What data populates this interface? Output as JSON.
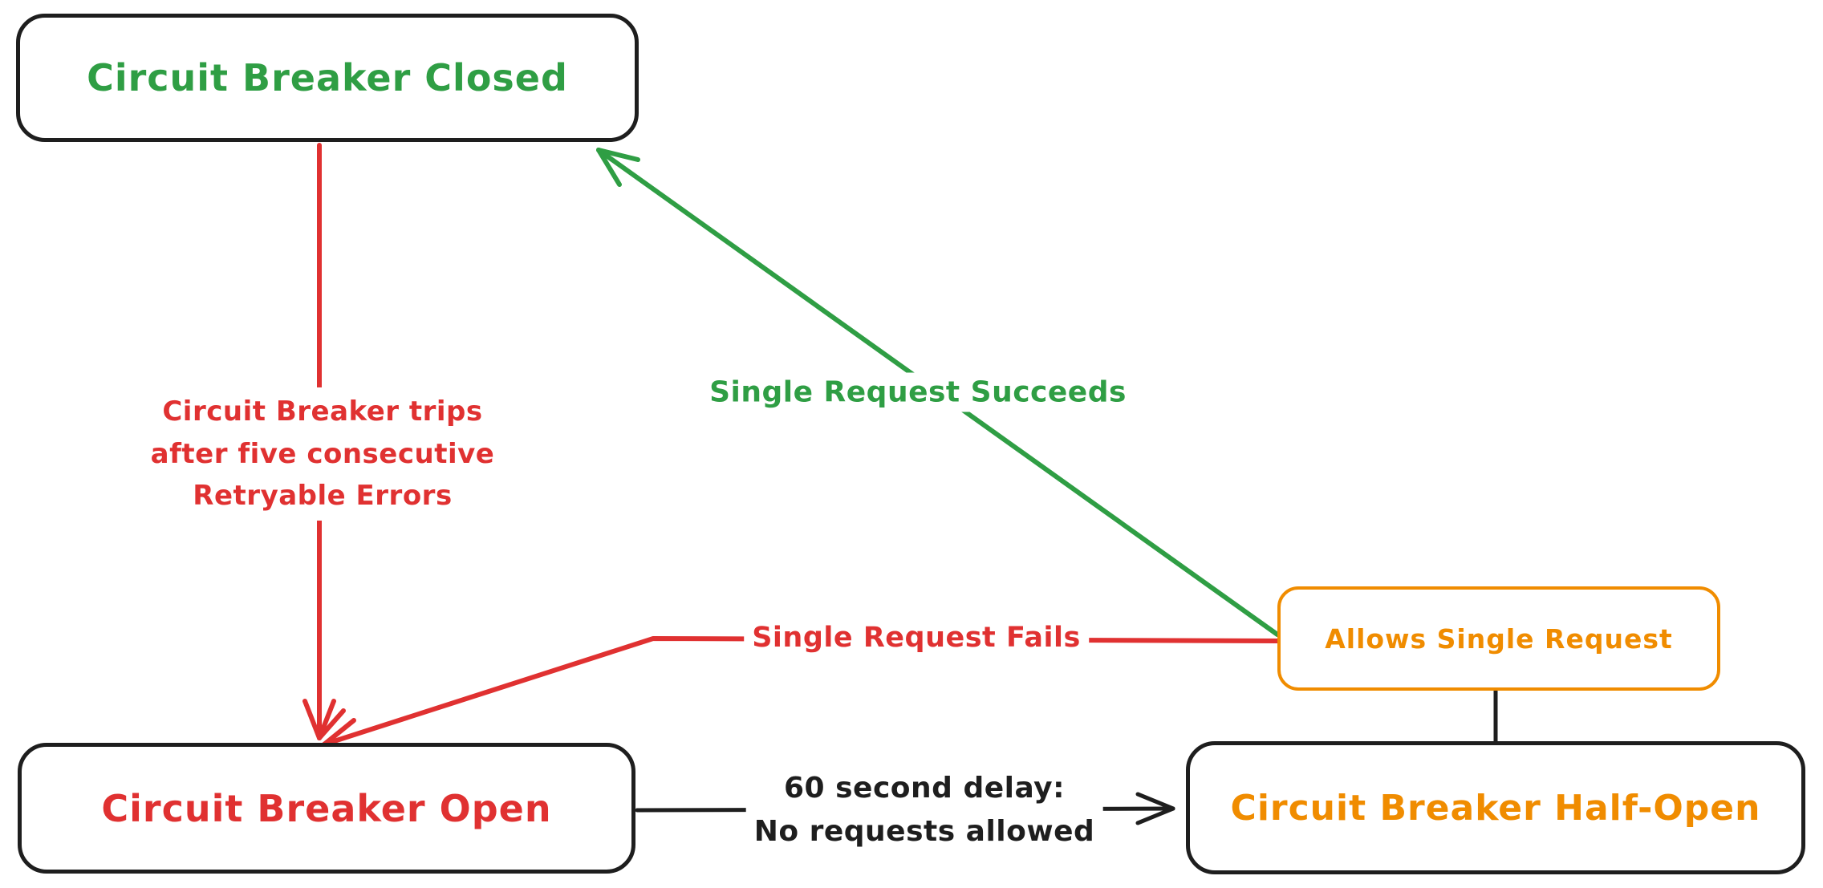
{
  "diagram": {
    "background_color": "#ffffff",
    "palette": {
      "black": "#1e1e1e",
      "green": "#2f9e44",
      "red": "#e03131",
      "orange": "#f08c00"
    },
    "nodes": {
      "closed": {
        "label": "Circuit Breaker Closed",
        "text_color": "#2f9e44",
        "border_color": "#1e1e1e"
      },
      "open": {
        "label": "Circuit Breaker Open",
        "text_color": "#e03131",
        "border_color": "#1e1e1e"
      },
      "half_open": {
        "label": "Circuit Breaker Half-Open",
        "text_color": "#f08c00",
        "border_color": "#1e1e1e"
      },
      "allows_single_request": {
        "label": "Allows Single Request",
        "text_color": "#f08c00",
        "border_color": "#f08c00"
      }
    },
    "edges": {
      "trip": {
        "from": "closed",
        "to": "open",
        "color": "#e03131",
        "arrowhead": "end",
        "label_lines": [
          "Circuit Breaker trips",
          "after five consecutive",
          "Retryable Errors"
        ]
      },
      "single_request_succeeds": {
        "from": "allows_single_request",
        "to": "closed",
        "color": "#2f9e44",
        "arrowhead": "end",
        "label": "Single Request Succeeds"
      },
      "single_request_fails": {
        "from": "allows_single_request",
        "to": "open",
        "color": "#e03131",
        "arrowhead": "end",
        "label": "Single Request Fails"
      },
      "delay": {
        "from": "open",
        "to": "half_open",
        "color": "#1e1e1e",
        "arrowhead": "end",
        "label_lines": [
          "60 second delay:",
          "No requests allowed"
        ]
      },
      "half_open_to_allows": {
        "from": "half_open",
        "to": "allows_single_request",
        "color": "#1e1e1e",
        "arrowhead": "none",
        "label": ""
      }
    }
  }
}
